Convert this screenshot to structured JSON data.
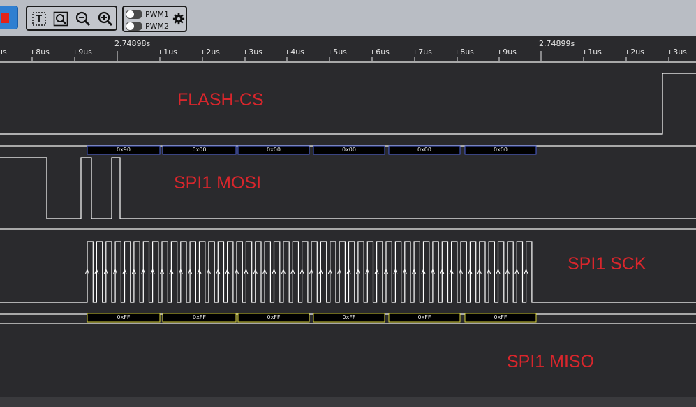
{
  "toolbar": {
    "pwm1_label": "PWM1",
    "pwm2_label": "PWM2",
    "icons": [
      "stop-icon",
      "text-cursor-icon",
      "zoom-fit-icon",
      "zoom-out-icon",
      "zoom-in-icon",
      "gear-icon"
    ]
  },
  "ruler": {
    "ticks": [
      "us",
      "+8us",
      "+9us",
      "+1us",
      "+2us",
      "+3us",
      "+4us",
      "+5us",
      "+6us",
      "+7us",
      "+8us",
      "+9us",
      "+1us",
      "+2us",
      "+3us"
    ],
    "time_markers": [
      "2.74898s",
      "2.74899s"
    ]
  },
  "channels": {
    "flash_cs": {
      "label": "FLASH-CS"
    },
    "mosi": {
      "label": "SPI1 MOSI",
      "decoded": [
        "0x90",
        "0x00",
        "0x00",
        "0x00",
        "0x00",
        "0x00"
      ]
    },
    "sck": {
      "label": "SPI1 SCK"
    },
    "miso": {
      "label": "SPI1 MISO",
      "decoded": [
        "0xFF",
        "0xFF",
        "0xFF",
        "0xFF",
        "0xFF",
        "0xFF"
      ]
    }
  },
  "colors": {
    "background": "#2a2a2d",
    "trace": "#ffffff",
    "label": "#d8262c",
    "mosi_decode_border": "#4a5fd6",
    "miso_decode_border": "#d8d23a",
    "toolbar": "#b9bdc4",
    "run_button": "#2f7fd1"
  }
}
